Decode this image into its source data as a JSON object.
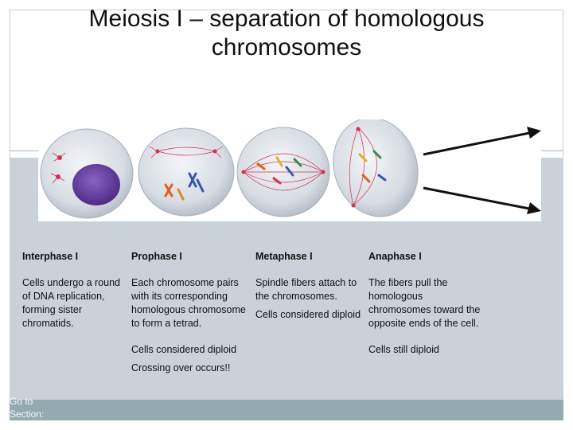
{
  "title": {
    "line1": "Meiosis I – separation of homologous",
    "line2": "chromosomes"
  },
  "colors": {
    "panel": "#c8d2d8",
    "strip": "#93aab0",
    "cell_fill": "#dfe3e8",
    "nucleus": "#6b3fa0",
    "spindle": "#d2304e"
  },
  "stages": [
    {
      "name": "Interphase I",
      "paragraphs": [
        "Cells undergo a round of DNA replication, forming sister chromatids."
      ]
    },
    {
      "name": "Prophase I",
      "paragraphs": [
        "Each chromosome pairs with its corresponding homologous chromosome to form a tetrad.",
        "Cells considered diploid",
        "Crossing over occurs!!"
      ]
    },
    {
      "name": "Metaphase I",
      "paragraphs": [
        "Spindle fibers attach to the chromosomes.",
        "Cells considered diploid"
      ]
    },
    {
      "name": "Anaphase I",
      "paragraphs": [
        "The fibers pull the homologous chromosomes toward the opposite ends of the cell.",
        "Cells still diploid"
      ]
    }
  ],
  "nav": {
    "goto_label": "Go to Section:"
  }
}
